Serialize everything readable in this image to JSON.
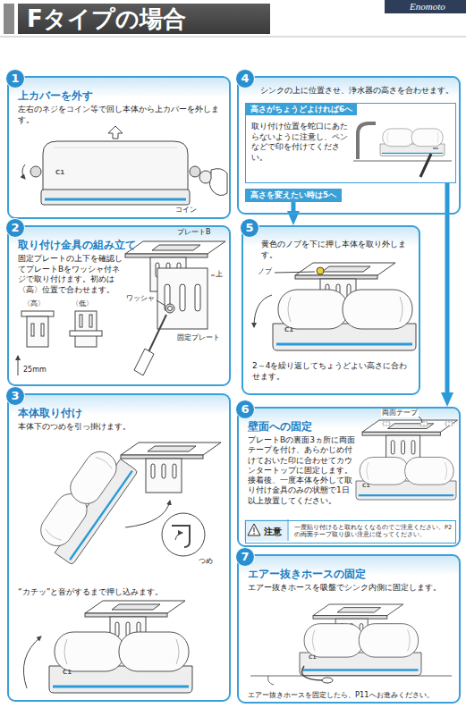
{
  "diagram": {
    "title": "Fタイプの場合",
    "nodes": [
      {
        "text": [
          "上カバーを外す",
          "左右のネジをコイン等で回し本体から上カバーを外します。"
        ]
      },
      {
        "text": [
          "1"
        ],
        "in": 0
      },
      {
        "text": [
          "取り付け金具の組み立て",
          "固定プレートの上下を確認してプレートBをワッシャ付ネジで取り付けます。初めは〈高〉位置で合わせます。"
        ]
      },
      {
        "text": [
          "2"
        ],
        "in": 2
      },
      {
        "text": [
          "本体取り付け",
          "本体下のつめを引っ掛けます。",
          "“カチッ”と音がするまで押し込みます。"
        ]
      },
      {
        "text": [
          "3"
        ],
        "in": 4
      },
      {
        "text": [
          "シンクの上に位置させ、浄水器の高さを合わせます。"
        ]
      },
      {
        "text": [
          "4"
        ],
        "in": 6
      },
      {
        "text": [
          "高さがちょうどよければ6へ",
          "取り付け位置を蛇口にあたらないように注意し、ペンなどで印を付けてください。"
        ],
        "in": 6
      },
      {
        "text": [
          "高さを変えたい時は5へ"
        ],
        "in": 6
      },
      {
        "text": [
          "黄色のノブを下に押し本体を取り外します。",
          "2～4を繰り返してちょうどよい高さに合わせます。"
        ]
      },
      {
        "text": [
          "5"
        ],
        "in": 10
      },
      {
        "text": [
          "壁面への固定",
          "プレートBの裏面3ヵ所に両面テープを付け、あらかじめ付けておいた印に合わせてカウンタートップに固定します。接着後、一度本体を外して取り付け金具のみの状態で1日以上放置してください。"
        ]
      },
      {
        "text": [
          "6"
        ],
        "in": 12
      },
      {
        "text": [
          "注意",
          "一度貼り付けると取れなくなるのでご注意ください。P2の両面テープ取り扱い注意に従ってください。"
        ],
        "in": 12
      },
      {
        "text": [
          "エアー抜きホースの固定",
          "エアー抜きホースを吸盤でシンク内側に固定します。",
          "エアー抜きホースを固定したら、P11へお進みください。"
        ]
      },
      {
        "text": [
          "7"
        ],
        "in": 15
      }
    ],
    "edges": [
      {
        "from": 9,
        "to": 10,
        "arrow": "to"
      },
      {
        "from": 8,
        "to": 12,
        "arrow": "to"
      }
    ],
    "labels": [
      "Enomoto",
      "コイン",
      "プレートB",
      "上",
      "ワッシャ",
      "固定プレート",
      "〈高〉",
      "〈低〉",
      "25mm",
      "つめ",
      "ノブ",
      "両面テープ",
      "C1",
      "C1",
      "C1",
      "C1",
      "C1"
    ]
  }
}
